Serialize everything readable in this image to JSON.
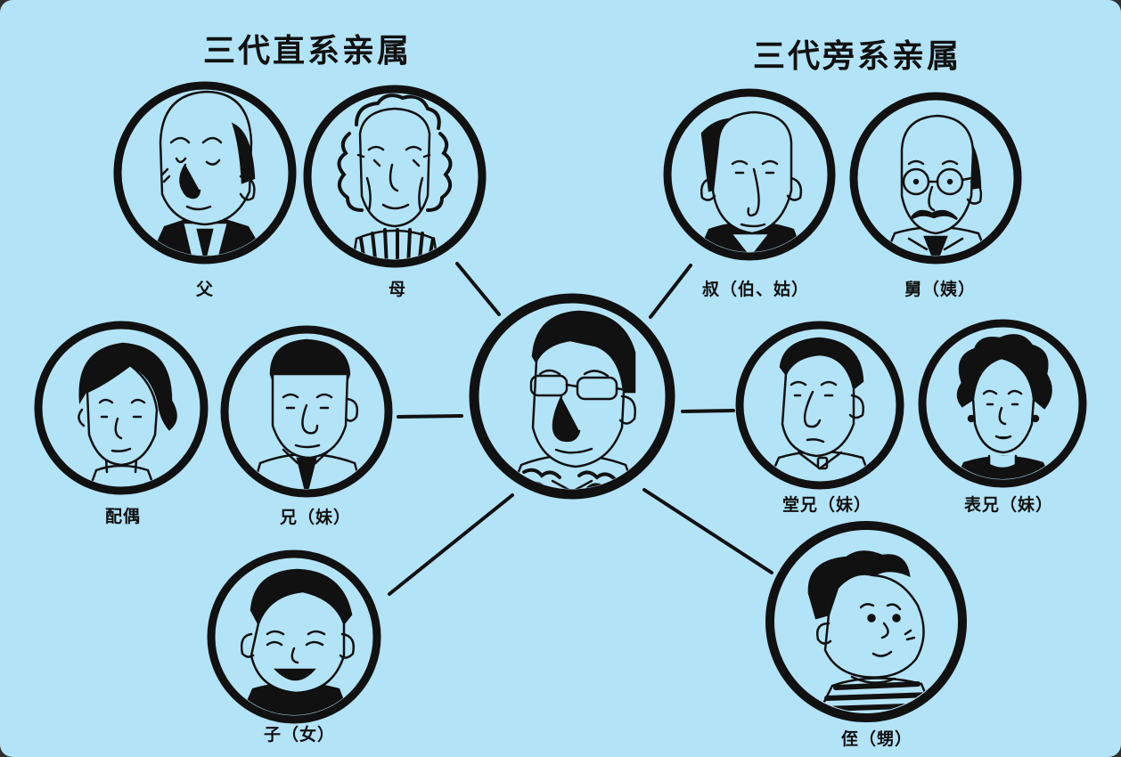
{
  "headings": {
    "direct": "三代直系亲属",
    "collateral": "三代旁系亲属"
  },
  "nodes": {
    "self": "",
    "father": "父",
    "mother": "母",
    "spouse": "配偶",
    "sibling": "兄（妹）",
    "child": "子（女）",
    "uncle": "叔（伯、姑）",
    "maternal_uncle": "舅（姨）",
    "cousin_paternal": "堂兄（妹）",
    "cousin_maternal": "表兄（妹）",
    "nephew": "侄（甥）"
  },
  "colors": {
    "background": "#b3e3f6",
    "ink": "#111111"
  }
}
